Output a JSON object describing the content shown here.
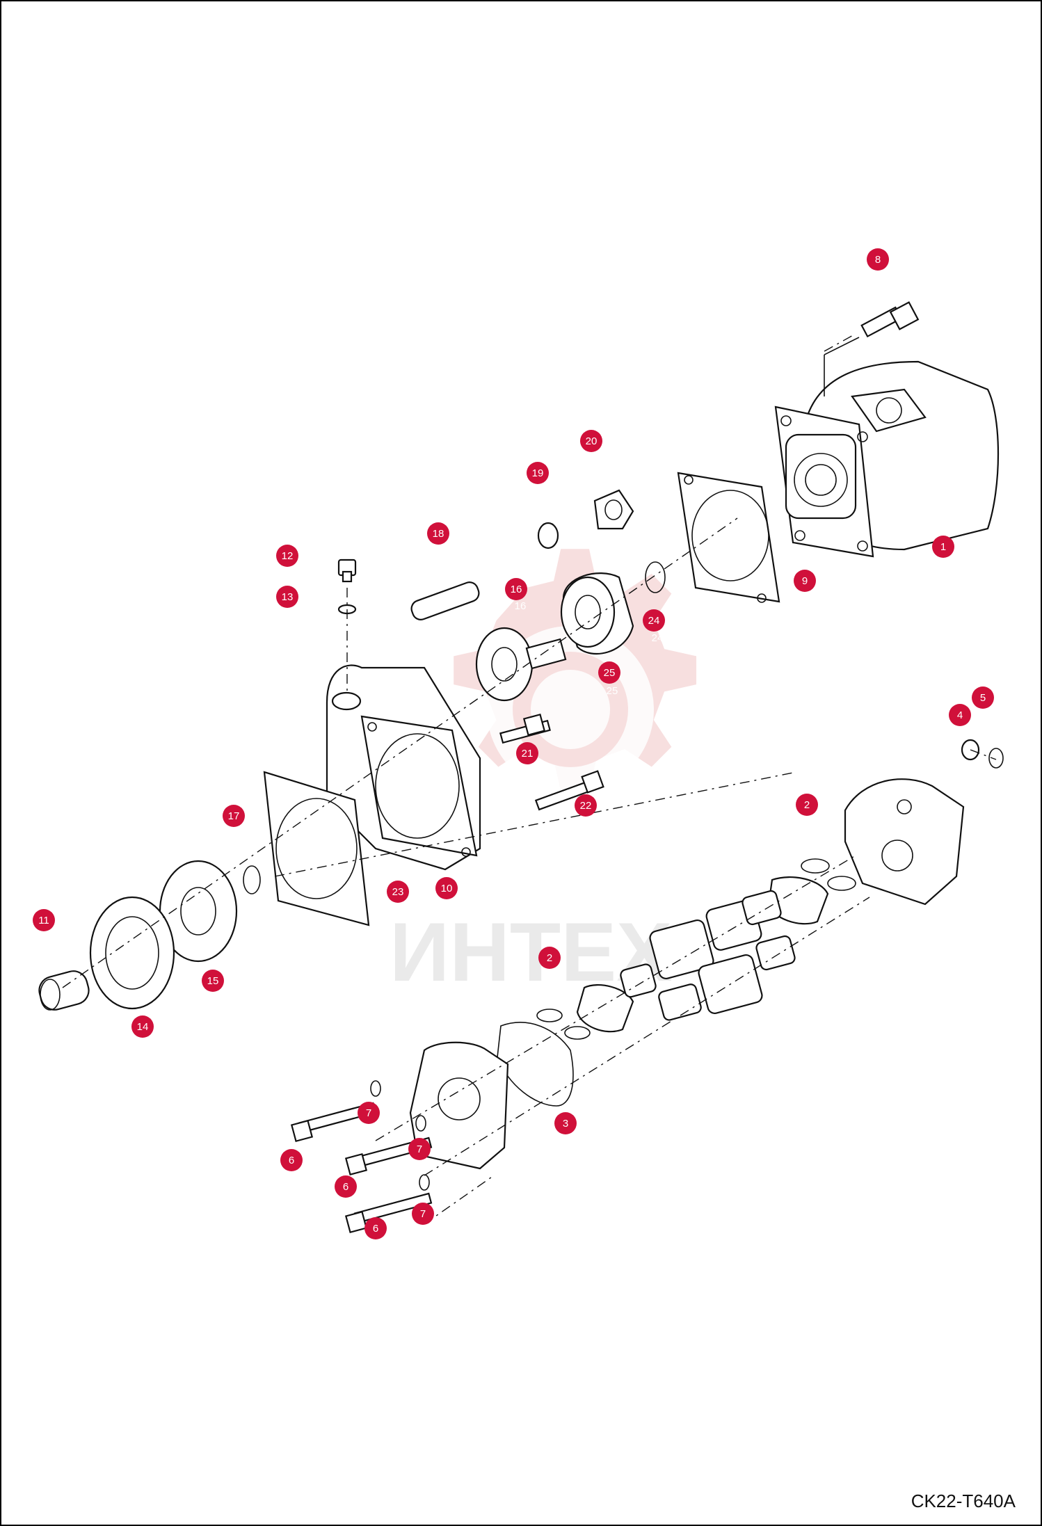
{
  "drawing_code": "CK22-T640A",
  "watermark": {
    "text": "ИНТЕХ",
    "color": "#e8b4b4"
  },
  "accent_color": "#d0103a",
  "callouts": [
    {
      "id": "c8",
      "label": "8",
      "num": "8"
    },
    {
      "id": "c20",
      "label": "20",
      "num": "20"
    },
    {
      "id": "c19",
      "label": "19",
      "num": "19"
    },
    {
      "id": "c18",
      "label": "18",
      "num": "18"
    },
    {
      "id": "c12",
      "label": "12",
      "num": "12"
    },
    {
      "id": "c13",
      "label": "13",
      "num": "13"
    },
    {
      "id": "c16",
      "label": "16",
      "num": "16"
    },
    {
      "id": "c1",
      "label": "1",
      "num": "1"
    },
    {
      "id": "c9",
      "label": "9",
      "num": "9"
    },
    {
      "id": "c24",
      "label": "24",
      "num": "24"
    },
    {
      "id": "c25",
      "label": "25",
      "num": "25"
    },
    {
      "id": "c4",
      "label": "4",
      "num": "4"
    },
    {
      "id": "c5",
      "label": "5",
      "num": "5"
    },
    {
      "id": "c21",
      "label": "21",
      "num": "21"
    },
    {
      "id": "c22",
      "label": "22",
      "num": "22"
    },
    {
      "id": "c17",
      "label": "17",
      "num": "17"
    },
    {
      "id": "c2a",
      "label": "2",
      "num": "2"
    },
    {
      "id": "c23",
      "label": "23",
      "num": "23"
    },
    {
      "id": "c10",
      "label": "10",
      "num": "10"
    },
    {
      "id": "c11",
      "label": "11",
      "num": "11"
    },
    {
      "id": "c15",
      "label": "15",
      "num": "15"
    },
    {
      "id": "c14",
      "label": "14",
      "num": "14"
    },
    {
      "id": "c2b",
      "label": "2",
      "num": "2"
    },
    {
      "id": "c3",
      "label": "3",
      "num": "3"
    },
    {
      "id": "c7a",
      "label": "7",
      "num": "7"
    },
    {
      "id": "c7b",
      "label": "7",
      "num": "7"
    },
    {
      "id": "c7c",
      "label": "7",
      "num": "7"
    },
    {
      "id": "c6a",
      "label": "6",
      "num": "6"
    },
    {
      "id": "c6b",
      "label": "6",
      "num": "6"
    },
    {
      "id": "c6c",
      "label": "6",
      "num": "6"
    }
  ]
}
